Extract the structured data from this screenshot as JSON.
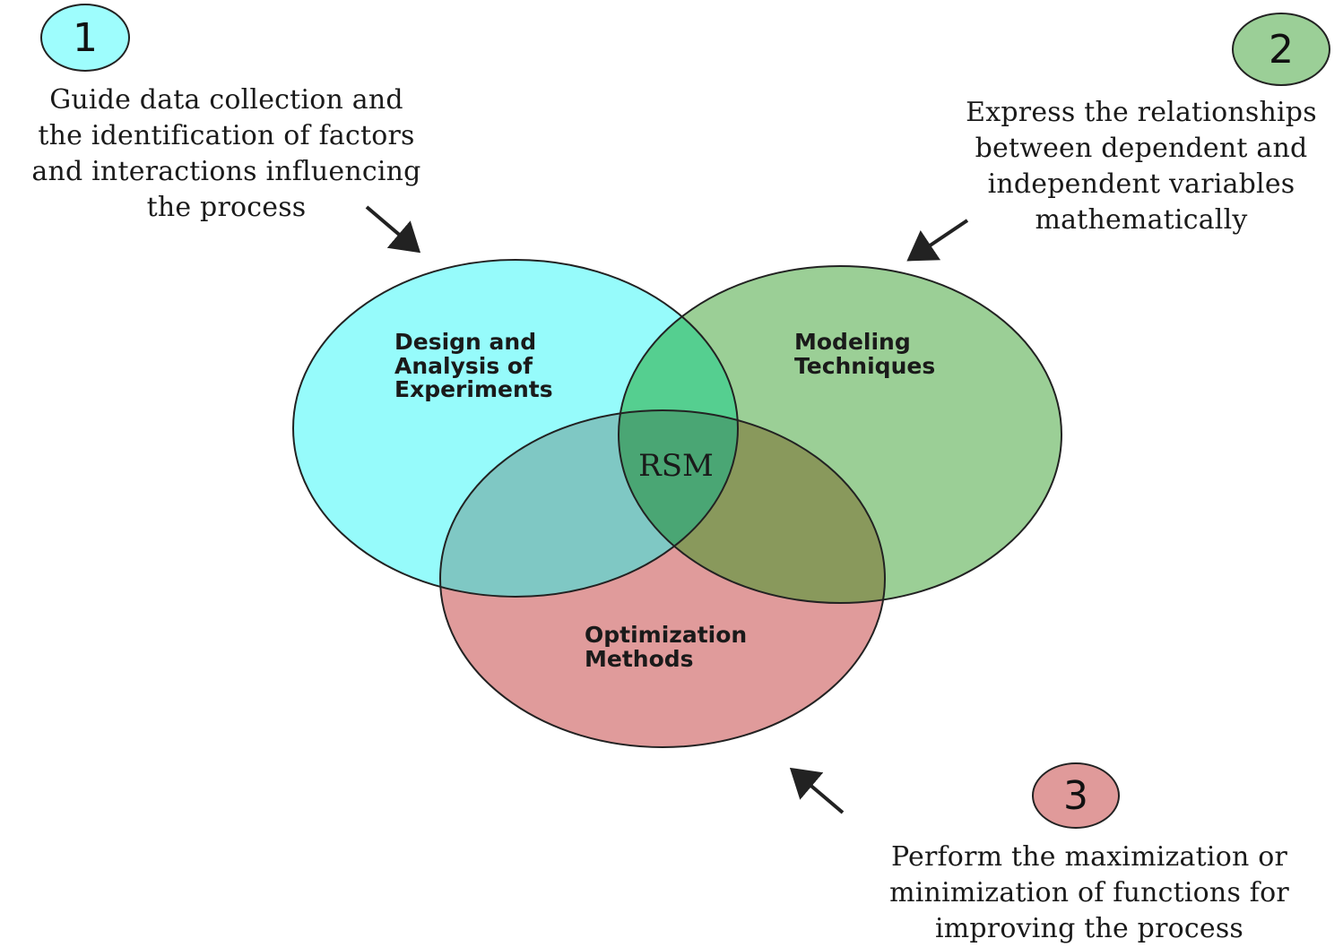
{
  "items": [
    {
      "number": "1",
      "text": "Guide data collection and\nthe identification of factors\nand interactions influencing\nthe process",
      "color": "#9efdfd"
    },
    {
      "number": "2",
      "text": "Express the relationships\nbetween dependent and\nindependent variables\nmathematically",
      "color": "#9bcf97"
    },
    {
      "number": "3",
      "text": "Perform the maximization or\nminimization of functions for\nimproving the process",
      "color": "#e09a9a"
    }
  ],
  "circles": {
    "doe": {
      "line1": "Design and",
      "line2": "Analysis of",
      "line3": "Experiments",
      "color": "#96fbfb"
    },
    "modeling": {
      "line1": "Modeling",
      "line2": "Techniques",
      "color": "#9bcf96"
    },
    "optimization": {
      "line1": "Optimization",
      "line2": "Methods",
      "color": "#e09b9b"
    }
  },
  "center": {
    "label": "RSM"
  },
  "icons": {
    "arrow": "diagonal-arrow"
  }
}
